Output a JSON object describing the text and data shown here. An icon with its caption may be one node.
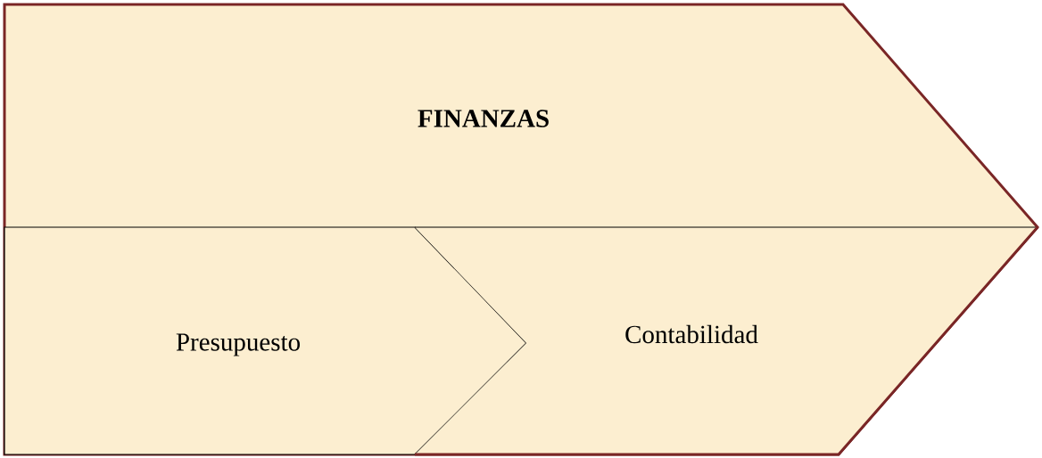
{
  "diagram": {
    "nodes": [
      {
        "text": [
          "FINANZAS"
        ]
      },
      {
        "text": [
          "Presupuesto"
        ],
        "in": 0
      },
      {
        "text": [
          "Contabilidad"
        ],
        "in": 0
      }
    ]
  }
}
